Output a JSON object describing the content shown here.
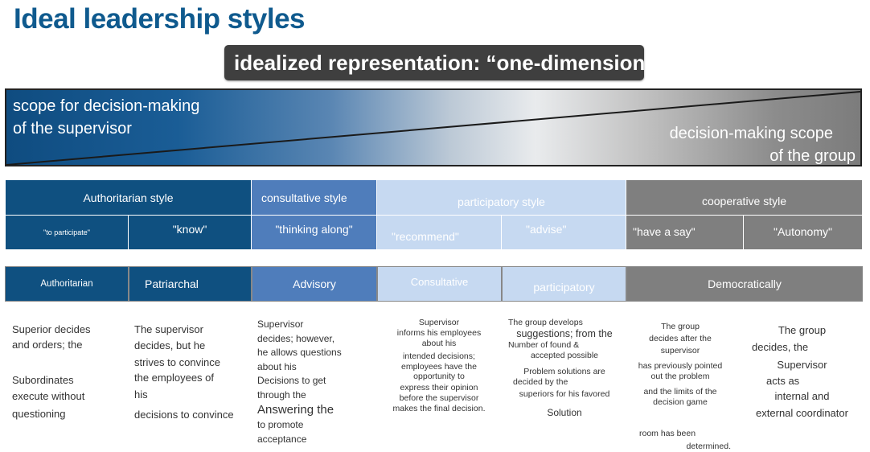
{
  "title": "Ideal leadership styles",
  "subtitle": "idealized representation: “one-dimensional”",
  "scope": {
    "supervisor_line1": "scope for decision-making",
    "supervisor_line2": "of the supervisor",
    "group_line1": "decision-making scope",
    "group_line2": "of the group"
  },
  "styles": [
    "Authoritarian style",
    "consultative style",
    "participatory style",
    "cooperative style"
  ],
  "quotes": [
    "\"to participate\"",
    "\"know\"",
    "\"thinking along\"",
    "\"recommend\"",
    "\"advise\"",
    "\"have a say\"",
    "\"Autonomy\""
  ],
  "types": [
    "Authoritarian",
    "Patriarchal",
    "Advisory",
    "Consultative",
    "participatory",
    "Democratically"
  ],
  "descriptions": {
    "authoritarian": [
      "Superior decides",
      "and orders; the",
      "Subordinates",
      "execute without",
      "questioning"
    ],
    "patriarchal": [
      "The supervisor",
      "decides, but he",
      "strives to convince",
      "the employees of",
      "his",
      "decisions to convince"
    ],
    "advisory": [
      "Supervisor",
      "decides; however,",
      "he allows questions",
      "about his",
      "Decisions to get",
      "through the",
      "Answering the",
      "to",
      "promote",
      "acceptance"
    ],
    "consultative": [
      "Supervisor",
      "informs his employees",
      "about his",
      "intended decisions;",
      "employees have the",
      "opportunity to",
      "express their opinion",
      "before the supervisor",
      "makes the final",
      "decision."
    ],
    "participatory": [
      "The group develops",
      "suggestions; from the",
      "Number of found &",
      "accepted possible",
      "Problem solutions are",
      "decided by the",
      "superiors for his favored",
      "Solution"
    ],
    "democratic_left": [
      "The group",
      "decides after the",
      "supervisor",
      "has previously pointed",
      "out the problem",
      "and the limits of the",
      "decision game",
      "room has been",
      "determined."
    ],
    "democratic_right": [
      "The group",
      "decides, the",
      "Supervisor",
      "acts as",
      "internal and",
      "external coordinator"
    ]
  }
}
